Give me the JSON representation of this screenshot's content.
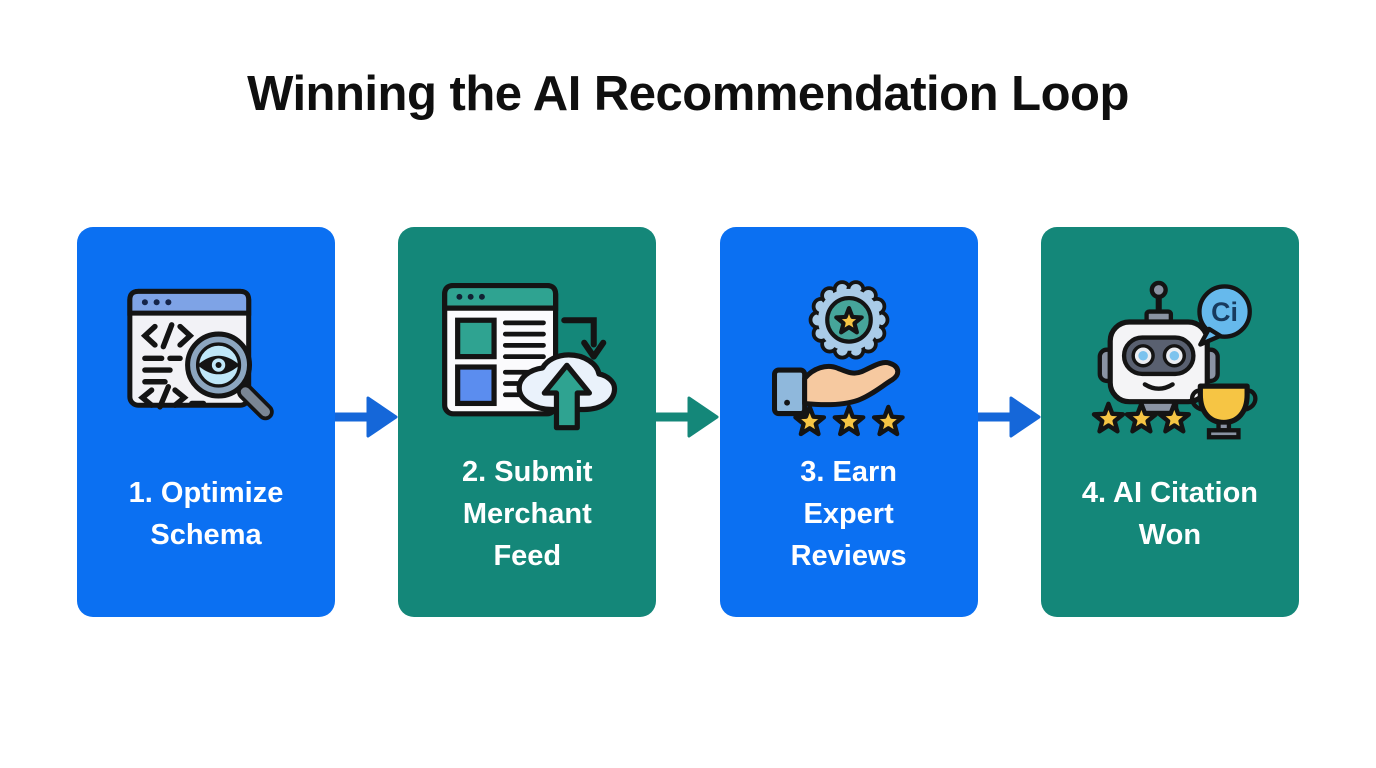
{
  "title": "Winning the AI Recommendation Loop",
  "flow": {
    "cards": [
      {
        "label": "1. Optimize\nSchema",
        "color": "#0b70f2",
        "icon": "schema-code-magnifier"
      },
      {
        "label": "2. Submit\nMerchant\nFeed",
        "color": "#148779",
        "icon": "merchant-feed-cloud-upload"
      },
      {
        "label": "3. Earn\nExpert\nReviews",
        "color": "#0b70f2",
        "icon": "hand-award-stars"
      },
      {
        "label": "4. AI Citation\nWon",
        "color": "#148779",
        "icon": "robot-citation-trophy",
        "bubble_text": "Ci"
      }
    ],
    "arrows": [
      {
        "color": "#1567d9"
      },
      {
        "color": "#148779"
      },
      {
        "color": "#1567d9"
      }
    ]
  },
  "colors": {
    "background": "#ffffff",
    "title_text": "#0f0f0f",
    "card_blue": "#0b70f2",
    "card_teal": "#148779",
    "card_text": "#ffffff",
    "icon_outline": "#141414",
    "gold_star": "#f6c544"
  }
}
